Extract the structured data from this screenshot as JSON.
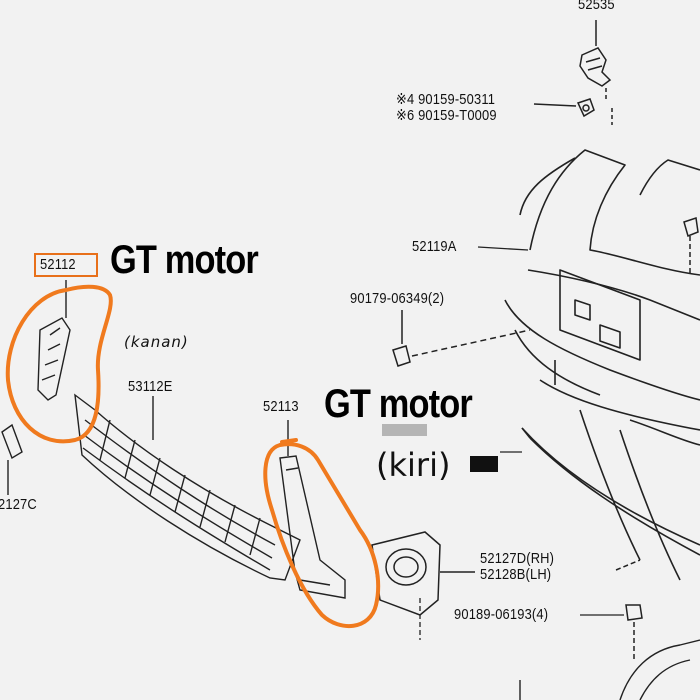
{
  "parts": {
    "p52535": "52535",
    "p90159_a": "※4 90159-50311",
    "p90159_b": "※6 90159-T0009",
    "p52119A": "52119A",
    "p90179": "90179-06349(2)",
    "p52112": "52112",
    "p53112E": "53112E",
    "p52113": "52113",
    "p52127C": "2127C",
    "p52127D": "52127D(RH)",
    "p52128B": "52128B(LH)",
    "p90189": "90189-06193(4)"
  },
  "annotations": {
    "gt_motor_top": "GT motor",
    "kanan": "(kanan)",
    "gt_motor_mid": "GT motor",
    "kiri": "(kiri)"
  },
  "colors": {
    "highlight": "#f07a1e",
    "line": "#222222",
    "background": "#f2f2f2"
  }
}
